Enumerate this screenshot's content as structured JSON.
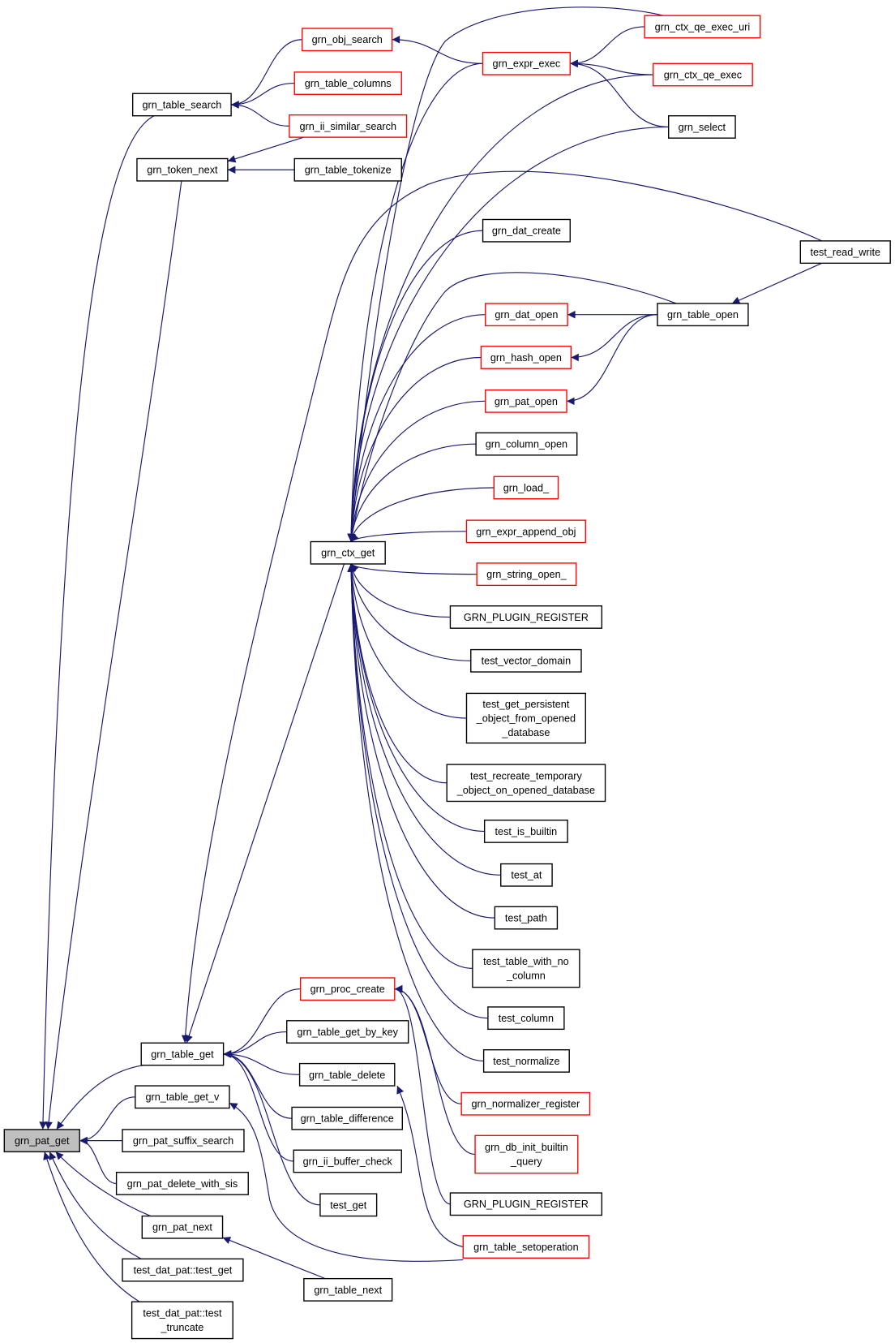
{
  "colors": {
    "edge": "#191970",
    "normal_border": "#000000",
    "external_border": "#ff0000",
    "focus_fill": "#bfbfbf",
    "fill": "#ffffff"
  },
  "nodes": [
    {
      "id": "pat_get",
      "lines": [
        "grn_pat_get"
      ],
      "style": "focus"
    },
    {
      "id": "table_search",
      "lines": [
        "grn_table_search"
      ],
      "style": "normal"
    },
    {
      "id": "token_next",
      "lines": [
        "grn_token_next"
      ],
      "style": "normal"
    },
    {
      "id": "obj_search",
      "lines": [
        "grn_obj_search"
      ],
      "style": "external"
    },
    {
      "id": "table_columns",
      "lines": [
        "grn_table_columns"
      ],
      "style": "external"
    },
    {
      "id": "ii_similar_search",
      "lines": [
        "grn_ii_similar_search"
      ],
      "style": "external"
    },
    {
      "id": "table_tokenize",
      "lines": [
        "grn_table_tokenize"
      ],
      "style": "normal"
    },
    {
      "id": "expr_exec",
      "lines": [
        "grn_expr_exec"
      ],
      "style": "external"
    },
    {
      "id": "ctx_qe_exec_uri",
      "lines": [
        "grn_ctx_qe_exec_uri"
      ],
      "style": "external"
    },
    {
      "id": "ctx_qe_exec",
      "lines": [
        "grn_ctx_qe_exec"
      ],
      "style": "external"
    },
    {
      "id": "select",
      "lines": [
        "grn_select"
      ],
      "style": "normal"
    },
    {
      "id": "test_read_write",
      "lines": [
        "test_read_write"
      ],
      "style": "normal"
    },
    {
      "id": "dat_create",
      "lines": [
        "grn_dat_create"
      ],
      "style": "normal"
    },
    {
      "id": "table_open",
      "lines": [
        "grn_table_open"
      ],
      "style": "normal"
    },
    {
      "id": "dat_open",
      "lines": [
        "grn_dat_open"
      ],
      "style": "external"
    },
    {
      "id": "hash_open",
      "lines": [
        "grn_hash_open"
      ],
      "style": "external"
    },
    {
      "id": "pat_open",
      "lines": [
        "grn_pat_open"
      ],
      "style": "external"
    },
    {
      "id": "column_open",
      "lines": [
        "grn_column_open"
      ],
      "style": "normal"
    },
    {
      "id": "load_",
      "lines": [
        "grn_load_"
      ],
      "style": "external"
    },
    {
      "id": "expr_append_obj",
      "lines": [
        "grn_expr_append_obj"
      ],
      "style": "external"
    },
    {
      "id": "string_open_",
      "lines": [
        "grn_string_open_"
      ],
      "style": "external"
    },
    {
      "id": "plugin_register_1",
      "lines": [
        "GRN_PLUGIN_REGISTER"
      ],
      "style": "normal"
    },
    {
      "id": "test_vector_domain",
      "lines": [
        "test_vector_domain"
      ],
      "style": "normal"
    },
    {
      "id": "test_get_persistent",
      "lines": [
        "test_get_persistent",
        "_object_from_opened",
        "_database"
      ],
      "style": "normal"
    },
    {
      "id": "test_recreate",
      "lines": [
        "test_recreate_temporary",
        "_object_on_opened_database"
      ],
      "style": "normal"
    },
    {
      "id": "test_is_builtin",
      "lines": [
        "test_is_builtin"
      ],
      "style": "normal"
    },
    {
      "id": "test_at",
      "lines": [
        "test_at"
      ],
      "style": "normal"
    },
    {
      "id": "test_path",
      "lines": [
        "test_path"
      ],
      "style": "normal"
    },
    {
      "id": "test_table_with_no_column",
      "lines": [
        "test_table_with_no",
        "_column"
      ],
      "style": "normal"
    },
    {
      "id": "test_column",
      "lines": [
        "test_column"
      ],
      "style": "normal"
    },
    {
      "id": "test_normalize",
      "lines": [
        "test_normalize"
      ],
      "style": "normal"
    },
    {
      "id": "ctx_get",
      "lines": [
        "grn_ctx_get"
      ],
      "style": "normal"
    },
    {
      "id": "proc_create",
      "lines": [
        "grn_proc_create"
      ],
      "style": "external"
    },
    {
      "id": "table_get_by_key",
      "lines": [
        "grn_table_get_by_key"
      ],
      "style": "normal"
    },
    {
      "id": "table_delete",
      "lines": [
        "grn_table_delete"
      ],
      "style": "normal"
    },
    {
      "id": "table_difference",
      "lines": [
        "grn_table_difference"
      ],
      "style": "normal"
    },
    {
      "id": "ii_buffer_check",
      "lines": [
        "grn_ii_buffer_check"
      ],
      "style": "normal"
    },
    {
      "id": "test_get",
      "lines": [
        "test_get"
      ],
      "style": "normal"
    },
    {
      "id": "table_next",
      "lines": [
        "grn_table_next"
      ],
      "style": "normal"
    },
    {
      "id": "normalizer_register",
      "lines": [
        "grn_normalizer_register"
      ],
      "style": "external"
    },
    {
      "id": "db_init_builtin_query",
      "lines": [
        "grn_db_init_builtin",
        "_query"
      ],
      "style": "external"
    },
    {
      "id": "plugin_register_2",
      "lines": [
        "GRN_PLUGIN_REGISTER"
      ],
      "style": "normal"
    },
    {
      "id": "table_setoperation",
      "lines": [
        "grn_table_setoperation"
      ],
      "style": "external"
    },
    {
      "id": "table_get",
      "lines": [
        "grn_table_get"
      ],
      "style": "normal"
    },
    {
      "id": "table_get_v",
      "lines": [
        "grn_table_get_v"
      ],
      "style": "normal"
    },
    {
      "id": "pat_suffix_search",
      "lines": [
        "grn_pat_suffix_search"
      ],
      "style": "normal"
    },
    {
      "id": "pat_delete_with_sis",
      "lines": [
        "grn_pat_delete_with_sis"
      ],
      "style": "normal"
    },
    {
      "id": "pat_next",
      "lines": [
        "grn_pat_next"
      ],
      "style": "normal"
    },
    {
      "id": "test_dat_pat_test_get",
      "lines": [
        "test_dat_pat::test_get"
      ],
      "style": "normal"
    },
    {
      "id": "test_dat_pat_test_truncate",
      "lines": [
        "test_dat_pat::test",
        "_truncate"
      ],
      "style": "normal"
    }
  ],
  "edges": [
    {
      "from": "table_search",
      "to": "pat_get"
    },
    {
      "from": "token_next",
      "to": "pat_get"
    },
    {
      "from": "table_get",
      "to": "pat_get"
    },
    {
      "from": "table_get_v",
      "to": "pat_get"
    },
    {
      "from": "pat_suffix_search",
      "to": "pat_get"
    },
    {
      "from": "pat_delete_with_sis",
      "to": "pat_get"
    },
    {
      "from": "pat_next",
      "to": "pat_get"
    },
    {
      "from": "test_dat_pat_test_get",
      "to": "pat_get"
    },
    {
      "from": "test_dat_pat_test_truncate",
      "to": "pat_get"
    },
    {
      "from": "obj_search",
      "to": "table_search"
    },
    {
      "from": "table_columns",
      "to": "table_search"
    },
    {
      "from": "ii_similar_search",
      "to": "table_search"
    },
    {
      "from": "ii_similar_search",
      "to": "token_next"
    },
    {
      "from": "table_tokenize",
      "to": "token_next"
    },
    {
      "from": "expr_exec",
      "to": "obj_search"
    },
    {
      "from": "ctx_qe_exec_uri",
      "to": "expr_exec"
    },
    {
      "from": "ctx_qe_exec",
      "to": "expr_exec"
    },
    {
      "from": "select",
      "to": "expr_exec"
    },
    {
      "from": "expr_exec",
      "to": "ctx_get"
    },
    {
      "from": "ctx_qe_exec_uri",
      "to": "ctx_get"
    },
    {
      "from": "ctx_qe_exec",
      "to": "ctx_get"
    },
    {
      "from": "select",
      "to": "ctx_get"
    },
    {
      "from": "dat_create",
      "to": "ctx_get"
    },
    {
      "from": "table_open",
      "to": "ctx_get"
    },
    {
      "from": "dat_open",
      "to": "ctx_get"
    },
    {
      "from": "hash_open",
      "to": "ctx_get"
    },
    {
      "from": "pat_open",
      "to": "ctx_get"
    },
    {
      "from": "column_open",
      "to": "ctx_get"
    },
    {
      "from": "load_",
      "to": "ctx_get"
    },
    {
      "from": "expr_append_obj",
      "to": "ctx_get"
    },
    {
      "from": "string_open_",
      "to": "ctx_get"
    },
    {
      "from": "plugin_register_1",
      "to": "ctx_get"
    },
    {
      "from": "test_vector_domain",
      "to": "ctx_get"
    },
    {
      "from": "test_get_persistent",
      "to": "ctx_get"
    },
    {
      "from": "test_recreate",
      "to": "ctx_get"
    },
    {
      "from": "test_is_builtin",
      "to": "ctx_get"
    },
    {
      "from": "test_at",
      "to": "ctx_get"
    },
    {
      "from": "test_path",
      "to": "ctx_get"
    },
    {
      "from": "test_table_with_no_column",
      "to": "ctx_get"
    },
    {
      "from": "test_column",
      "to": "ctx_get"
    },
    {
      "from": "test_normalize",
      "to": "ctx_get"
    },
    {
      "from": "table_open",
      "to": "dat_open"
    },
    {
      "from": "table_open",
      "to": "hash_open"
    },
    {
      "from": "table_open",
      "to": "pat_open"
    },
    {
      "from": "test_read_write",
      "to": "table_open"
    },
    {
      "from": "test_read_write",
      "to": "table_get"
    },
    {
      "from": "ctx_get",
      "to": "table_get"
    },
    {
      "from": "proc_create",
      "to": "table_get"
    },
    {
      "from": "table_get_by_key",
      "to": "table_get"
    },
    {
      "from": "table_delete",
      "to": "table_get"
    },
    {
      "from": "table_difference",
      "to": "table_get"
    },
    {
      "from": "ii_buffer_check",
      "to": "table_get"
    },
    {
      "from": "test_get",
      "to": "table_get"
    },
    {
      "from": "normalizer_register",
      "to": "proc_create"
    },
    {
      "from": "db_init_builtin_query",
      "to": "proc_create"
    },
    {
      "from": "plugin_register_2",
      "to": "proc_create"
    },
    {
      "from": "table_setoperation",
      "to": "table_delete"
    },
    {
      "from": "table_setoperation",
      "to": "table_get_v"
    },
    {
      "from": "table_next",
      "to": "pat_next"
    }
  ]
}
